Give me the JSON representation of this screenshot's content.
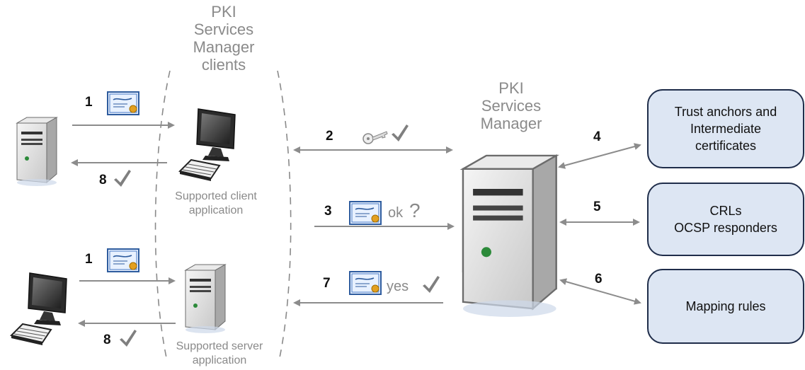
{
  "clients_group": {
    "title": [
      "PKI",
      "Services",
      "Manager",
      "clients"
    ]
  },
  "manager": {
    "title": [
      "PKI",
      "Services",
      "Manager"
    ]
  },
  "captions": {
    "client_app": [
      "Supported client",
      "application"
    ],
    "server_app": [
      "Supported server",
      "application"
    ]
  },
  "steps": {
    "s1a": "1",
    "s8a": "8",
    "s2": "2",
    "s3": "3",
    "s1b": "1",
    "s8b": "8",
    "s7": "7",
    "s4": "4",
    "s5": "5",
    "s6": "6"
  },
  "notes": {
    "ok": "ok",
    "question": "?",
    "yes": "yes"
  },
  "boxes": {
    "trust": [
      "Trust anchors and",
      "Intermediate",
      "certificates"
    ],
    "crl": [
      "CRLs",
      "OCSP responders"
    ],
    "mapping": [
      "Mapping rules"
    ]
  },
  "icons": [
    "certificate-icon",
    "key-icon",
    "checkmark-icon",
    "server-tower-icon",
    "desktop-computer-icon"
  ],
  "colors": {
    "arrow": "#8c8c8c",
    "box_fill": "#dde6f3",
    "box_border": "#1f2d4a",
    "check": "#7f7f7f"
  }
}
